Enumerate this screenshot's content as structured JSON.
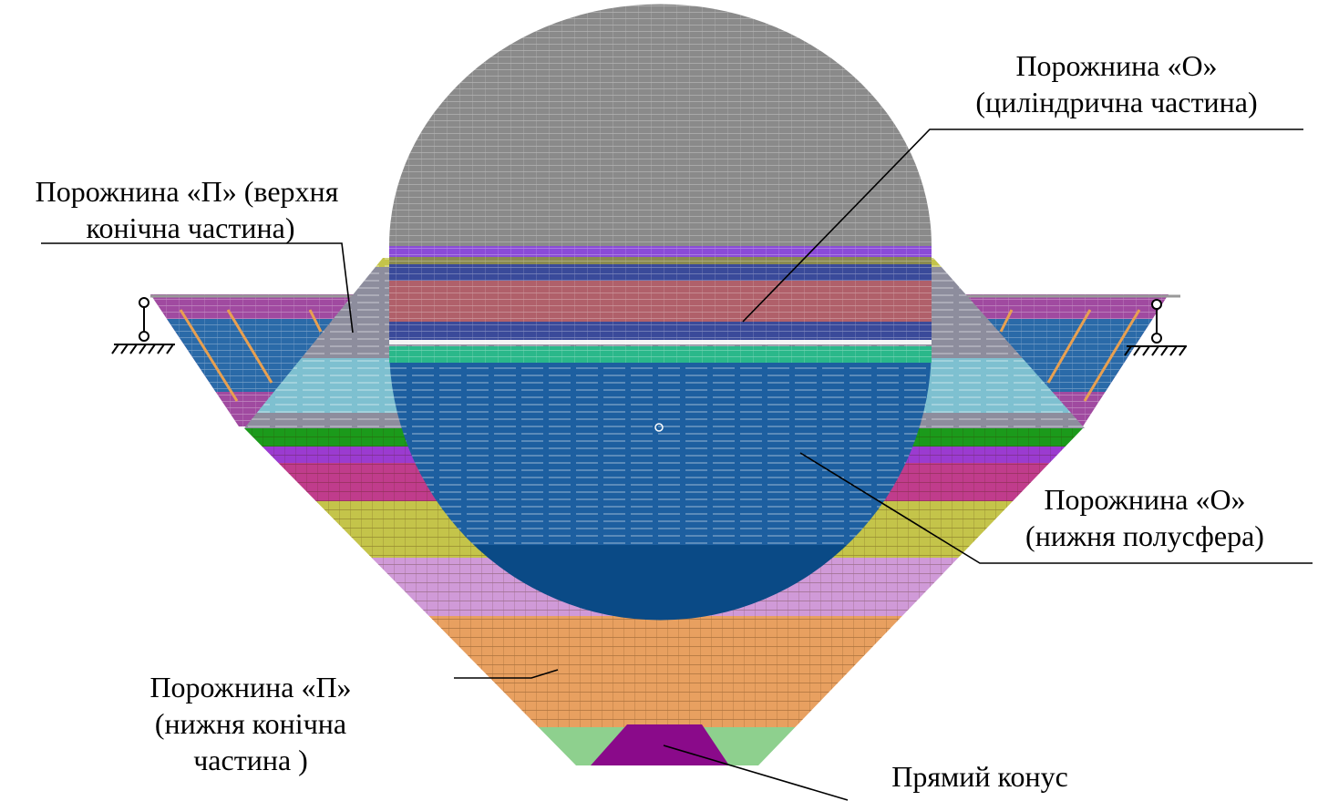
{
  "colors": {
    "sphere_top": "#8a8a8a",
    "sphere_bottom": "#1d5fa0",
    "sphere_deep": "#0a4a86",
    "cyl_purple": "#8a4bd8",
    "cyl_olive": "#8a8a50",
    "cyl_blue": "#3a4a9a",
    "cyl_red": "#b0606a",
    "cyl_green": "#2ab88a",
    "cone_teal": "#7ec0d0",
    "cone_grey": "#8d8d9d",
    "cone_green": "#1b9a1b",
    "cone_violet": "#9b3bd0",
    "cone_magenta": "#c03c8c",
    "cone_olive": "#c4c44a",
    "cone_pink": "#d09ad8",
    "cone_orange": "#e8a060",
    "cone_lightgreen": "#8ed08e",
    "cone_purple": "#8a0a8a",
    "support_blue": "#2a6aa8",
    "support_purple": "#a04aa0",
    "support_line": "#e8a050"
  },
  "labels": {
    "cyl_line1": "Порожнина «О»",
    "cyl_line2": "(циліндрична частина)",
    "upper_cone_line1": "Порожнина «П» (верхня",
    "upper_cone_line2": "конічна частина)",
    "hemisphere_line1": "Порожнина «О»",
    "hemisphere_line2": "(нижня полусфера)",
    "lower_cone_line1": "Порожнина «П»",
    "lower_cone_line2": "(нижня конічна",
    "lower_cone_line3": "частина  )",
    "straight_cone": "Прямий конус"
  },
  "icons": {
    "left_support": "pinned-support-icon",
    "right_support": "pinned-support-icon"
  }
}
